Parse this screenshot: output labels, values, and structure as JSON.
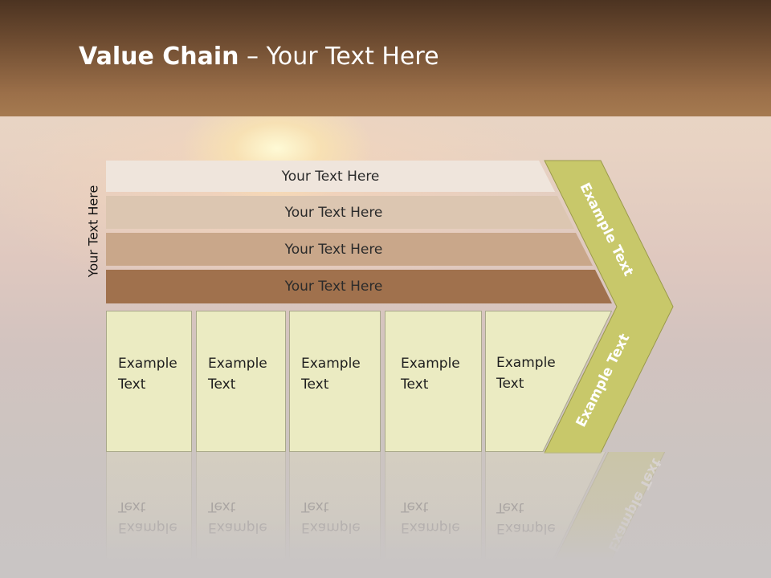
{
  "title": {
    "bold": "Value Chain",
    "rest": " – Your Text Here"
  },
  "side_label": "Your Text Here",
  "bars": [
    {
      "label": "Your Text Here",
      "color": "#efe5dc"
    },
    {
      "label": "Your Text Here",
      "color": "#dcc6b1"
    },
    {
      "label": "Your Text Here",
      "color": "#c9a78a"
    },
    {
      "label": "Your Text Here",
      "color": "#a0714d"
    }
  ],
  "boxes": [
    {
      "line1": "Example",
      "line2": "Text"
    },
    {
      "line1": "Example",
      "line2": "Text"
    },
    {
      "line1": "Example",
      "line2": "Text"
    },
    {
      "line1": "Example",
      "line2": "Text"
    },
    {
      "line1": "Example",
      "line2": "Text"
    }
  ],
  "chevron": {
    "upper": "Example Text",
    "lower": "Example Text",
    "color": "#c8c86a"
  },
  "colors": {
    "header_dark": "#4c3321",
    "header_light": "#a57a50",
    "box_fill": "#ebebc2"
  }
}
